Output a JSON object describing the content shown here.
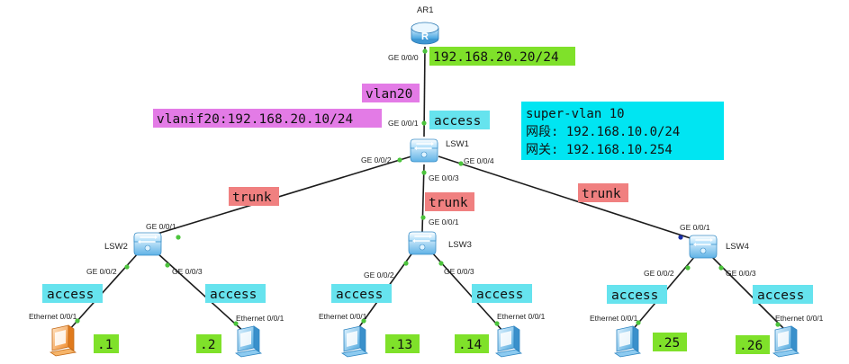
{
  "colors": {
    "tag_green": "#7fe12a",
    "tag_pink": "#e37be6",
    "tag_cyan": "#66e3ee",
    "tag_red": "#f08080",
    "note_bg": "#00e5f2",
    "link": "#1c1c1c",
    "port_dot": "#4cc43c",
    "port_dot_blue": "#1a2fa8"
  },
  "devices": {
    "ar1": {
      "name": "AR1",
      "icon": "router-icon"
    },
    "lsw1": {
      "name": "LSW1",
      "icon": "switch-icon"
    },
    "lsw2": {
      "name": "LSW2",
      "icon": "switch-icon"
    },
    "lsw3": {
      "name": "LSW3",
      "icon": "switch-icon"
    },
    "lsw4": {
      "name": "LSW4",
      "icon": "switch-icon"
    },
    "pc1": {
      "icon": "pc-icon"
    },
    "pc2": {
      "icon": "pc-icon"
    },
    "pc3": {
      "icon": "pc-icon"
    },
    "pc4": {
      "icon": "pc-icon"
    },
    "pc5": {
      "icon": "pc-icon"
    },
    "pc6": {
      "icon": "pc-icon"
    }
  },
  "ports": {
    "ar1_ge000": "GE 0/0/0",
    "lsw1_ge001": "GE 0/0/1",
    "lsw1_ge002": "GE 0/0/2",
    "lsw1_ge003": "GE 0/0/3",
    "lsw1_ge004": "GE 0/0/4",
    "lsw2_ge001": "GE 0/0/1",
    "lsw2_ge002": "GE 0/0/2",
    "lsw2_ge003": "GE 0/0/3",
    "lsw3_ge001": "GE 0/0/1",
    "lsw3_ge002": "GE 0/0/2",
    "lsw3_ge003": "GE 0/0/3",
    "lsw4_ge001": "GE 0/0/1",
    "lsw4_ge002": "GE 0/0/2",
    "lsw4_ge003": "GE 0/0/3",
    "pc1_eth": "Ethernet 0/0/1",
    "pc2_eth": "Ethernet 0/0/1",
    "pc3_eth": "Ethernet 0/0/1",
    "pc4_eth": "Ethernet 0/0/1",
    "pc5_eth": "Ethernet 0/0/1",
    "pc6_eth": "Ethernet 0/0/1"
  },
  "tags": {
    "ar1_ip": "192.168.20.20/24",
    "vlan20": "vlan20",
    "vlanif20": "vlanif20:192.168.20.10/24",
    "lsw1_access": "access",
    "trunk_left": "trunk",
    "trunk_mid": "trunk",
    "trunk_right": "trunk",
    "access_1": "access",
    "access_2": "access",
    "access_3": "access",
    "access_4": "access",
    "access_5": "access",
    "access_6": "access",
    "pc1_ip": ".1",
    "pc2_ip": ".2",
    "pc3_ip": ".13",
    "pc4_ip": ".14",
    "pc5_ip": ".25",
    "pc6_ip": ".26"
  },
  "note": {
    "line1": "super-vlan 10",
    "line2": "网段: 192.168.10.0/24",
    "line3": "网关: 192.168.10.254"
  }
}
